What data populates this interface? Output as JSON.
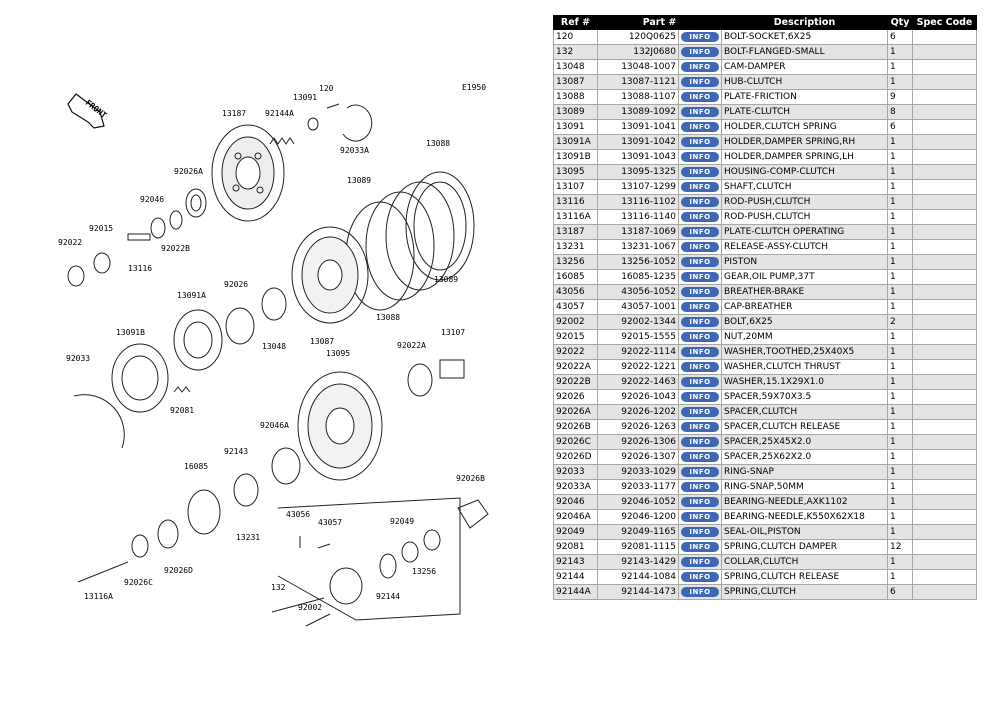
{
  "diagram": {
    "front_label": "FRONT",
    "code": "E1950",
    "callouts": {
      "c120": "120",
      "c13091_top": "13091",
      "c92144A": "92144A",
      "c13187": "13187",
      "c92033A": "92033A",
      "c13088_top": "13088",
      "c92026A": "92026A",
      "c13089_top": "13089",
      "c92046": "92046",
      "c92015": "92015",
      "c92022": "92022",
      "c92022B": "92022B",
      "c13116": "13116",
      "c13089_right": "13089",
      "c13088_bottom": "13088",
      "c13091A": "13091A",
      "c92026": "92026",
      "c13048": "13048",
      "c13087": "13087",
      "c13091B": "13091B",
      "c13095": "13095",
      "c92022A": "92022A",
      "c13107": "13107",
      "c92033": "92033",
      "c92081": "92081",
      "c92046A": "92046A",
      "c92143": "92143",
      "c16085": "16085",
      "c92026B": "92026B",
      "c43056": "43056",
      "c43057": "43057",
      "c92049": "92049",
      "c13231": "13231",
      "c13256": "13256",
      "c92026D": "92026D",
      "c92026C": "92026C",
      "c132": "132",
      "c92144": "92144",
      "c92002": "92002",
      "c13116A": "13116A"
    }
  },
  "table": {
    "headers": [
      "Ref #",
      "Part #",
      "Description",
      "Qty",
      "Spec Code"
    ],
    "info_label": "INFO",
    "rows": [
      {
        "ref": "120",
        "part": "120Q0625",
        "desc": "BOLT-SOCKET,6X25",
        "qty": "6"
      },
      {
        "ref": "132",
        "part": "132J0680",
        "desc": "BOLT-FLANGED-SMALL",
        "qty": "1"
      },
      {
        "ref": "13048",
        "part": "13048-1007",
        "desc": "CAM-DAMPER",
        "qty": "1"
      },
      {
        "ref": "13087",
        "part": "13087-1121",
        "desc": "HUB-CLUTCH",
        "qty": "1"
      },
      {
        "ref": "13088",
        "part": "13088-1107",
        "desc": "PLATE-FRICTION",
        "qty": "9"
      },
      {
        "ref": "13089",
        "part": "13089-1092",
        "desc": "PLATE-CLUTCH",
        "qty": "8"
      },
      {
        "ref": "13091",
        "part": "13091-1041",
        "desc": "HOLDER,CLUTCH SPRING",
        "qty": "6"
      },
      {
        "ref": "13091A",
        "part": "13091-1042",
        "desc": "HOLDER,DAMPER SPRING,RH",
        "qty": "1"
      },
      {
        "ref": "13091B",
        "part": "13091-1043",
        "desc": "HOLDER,DAMPER SPRING,LH",
        "qty": "1"
      },
      {
        "ref": "13095",
        "part": "13095-1325",
        "desc": "HOUSING-COMP-CLUTCH",
        "qty": "1"
      },
      {
        "ref": "13107",
        "part": "13107-1299",
        "desc": "SHAFT,CLUTCH",
        "qty": "1"
      },
      {
        "ref": "13116",
        "part": "13116-1102",
        "desc": "ROD-PUSH,CLUTCH",
        "qty": "1"
      },
      {
        "ref": "13116A",
        "part": "13116-1140",
        "desc": "ROD-PUSH,CLUTCH",
        "qty": "1"
      },
      {
        "ref": "13187",
        "part": "13187-1069",
        "desc": "PLATE-CLUTCH OPERATING",
        "qty": "1"
      },
      {
        "ref": "13231",
        "part": "13231-1067",
        "desc": "RELEASE-ASSY-CLUTCH",
        "qty": "1"
      },
      {
        "ref": "13256",
        "part": "13256-1052",
        "desc": "PISTON",
        "qty": "1"
      },
      {
        "ref": "16085",
        "part": "16085-1235",
        "desc": "GEAR,OIL PUMP,37T",
        "qty": "1"
      },
      {
        "ref": "43056",
        "part": "43056-1052",
        "desc": "BREATHER-BRAKE",
        "qty": "1"
      },
      {
        "ref": "43057",
        "part": "43057-1001",
        "desc": "CAP-BREATHER",
        "qty": "1"
      },
      {
        "ref": "92002",
        "part": "92002-1344",
        "desc": "BOLT,6X25",
        "qty": "2"
      },
      {
        "ref": "92015",
        "part": "92015-1555",
        "desc": "NUT,20MM",
        "qty": "1"
      },
      {
        "ref": "92022",
        "part": "92022-1114",
        "desc": "WASHER,TOOTHED,25X40X5",
        "qty": "1"
      },
      {
        "ref": "92022A",
        "part": "92022-1221",
        "desc": "WASHER,CLUTCH THRUST",
        "qty": "1"
      },
      {
        "ref": "92022B",
        "part": "92022-1463",
        "desc": "WASHER,15.1X29X1.0",
        "qty": "1"
      },
      {
        "ref": "92026",
        "part": "92026-1043",
        "desc": "SPACER,59X70X3.5",
        "qty": "1"
      },
      {
        "ref": "92026A",
        "part": "92026-1202",
        "desc": "SPACER,CLUTCH",
        "qty": "1"
      },
      {
        "ref": "92026B",
        "part": "92026-1263",
        "desc": "SPACER,CLUTCH RELEASE",
        "qty": "1"
      },
      {
        "ref": "92026C",
        "part": "92026-1306",
        "desc": "SPACER,25X45X2.0",
        "qty": "1"
      },
      {
        "ref": "92026D",
        "part": "92026-1307",
        "desc": "SPACER,25X62X2.0",
        "qty": "1"
      },
      {
        "ref": "92033",
        "part": "92033-1029",
        "desc": "RING-SNAP",
        "qty": "1"
      },
      {
        "ref": "92033A",
        "part": "92033-1177",
        "desc": "RING-SNAP,50MM",
        "qty": "1"
      },
      {
        "ref": "92046",
        "part": "92046-1052",
        "desc": "BEARING-NEEDLE,AXK1102",
        "qty": "1"
      },
      {
        "ref": "92046A",
        "part": "92046-1200",
        "desc": "BEARING-NEEDLE,K550X62X18",
        "qty": "1"
      },
      {
        "ref": "92049",
        "part": "92049-1165",
        "desc": "SEAL-OIL,PISTON",
        "qty": "1"
      },
      {
        "ref": "92081",
        "part": "92081-1115",
        "desc": "SPRING,CLUTCH DAMPER",
        "qty": "12"
      },
      {
        "ref": "92143",
        "part": "92143-1429",
        "desc": "COLLAR,CLUTCH",
        "qty": "1"
      },
      {
        "ref": "92144",
        "part": "92144-1084",
        "desc": "SPRING,CLUTCH RELEASE",
        "qty": "1"
      },
      {
        "ref": "92144A",
        "part": "92144-1473",
        "desc": "SPRING,CLUTCH",
        "qty": "6"
      }
    ]
  }
}
